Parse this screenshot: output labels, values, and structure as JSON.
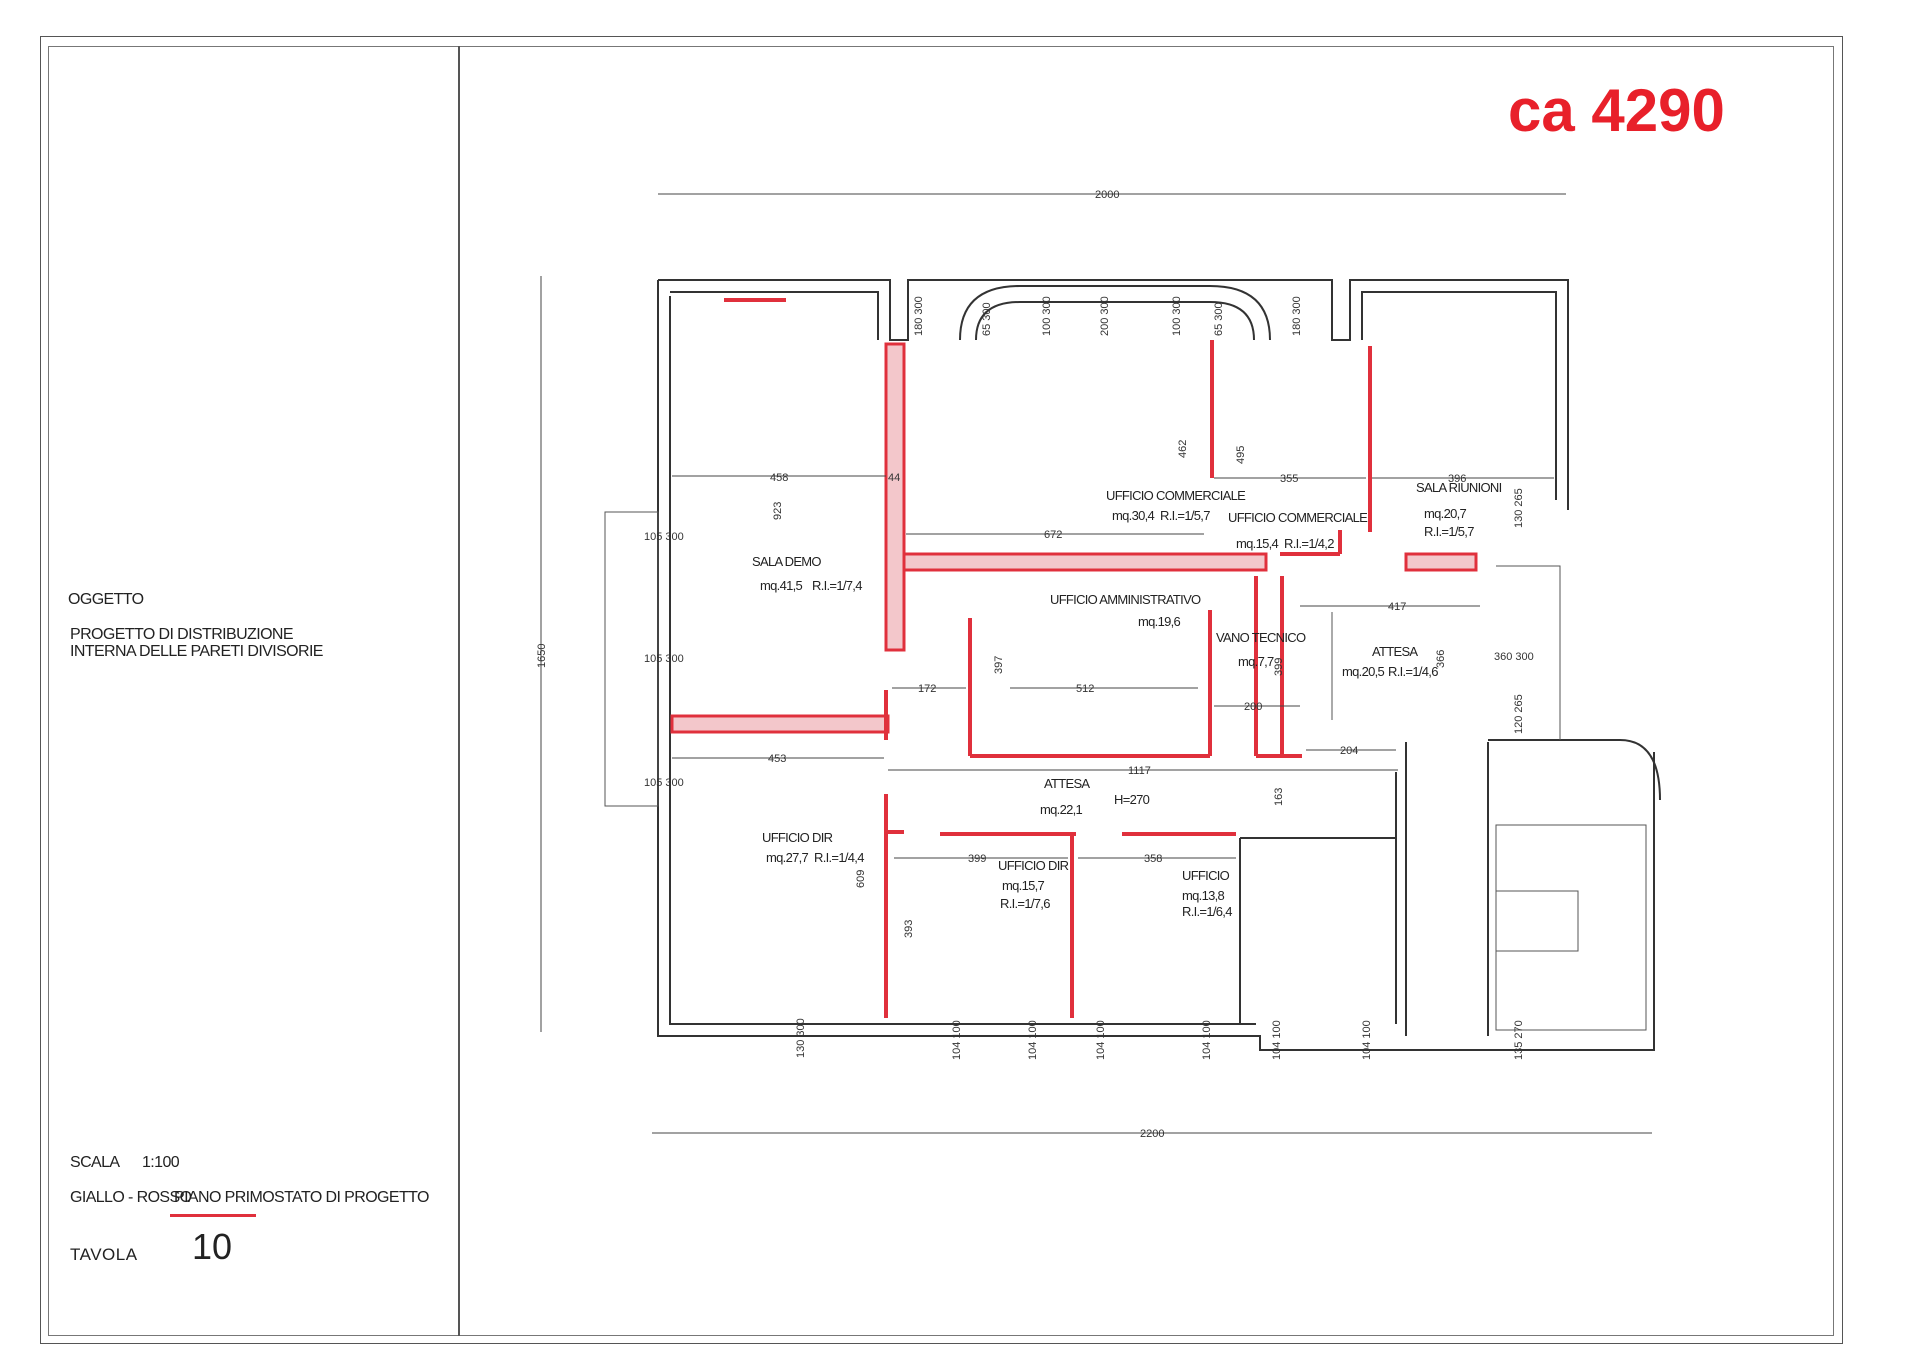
{
  "price_note": "ca 4290",
  "title_block": {
    "oggetto_label": "OGGETTO",
    "oggetto_line1": "PROGETTO DI DISTRIBUZIONE",
    "oggetto_line2": "INTERNA DELLE PARETI DIVISORIE",
    "scala_label": "SCALA",
    "scala_value": "1:100",
    "client": "GIALLO - ROSSO",
    "floor": "PIANO PRIMO",
    "status": "STATO DI PROGETTO",
    "tavola_label": "TAVOLA",
    "tavola_value": "10"
  },
  "overall_dimensions": {
    "top": "2000",
    "bottom": "2200",
    "left": "1650"
  },
  "rooms": [
    {
      "name": "SALA DEMO",
      "area": "mq.41,5",
      "ri": "R.I.=1/7,4"
    },
    {
      "name": "UFFICIO COMMERCIALE",
      "area": "mq.30,4",
      "ri": "R.I.=1/5,7"
    },
    {
      "name": "UFFICIO COMMERCIALE",
      "area": "mq.15,4",
      "ri": "R.I.=1/4,2"
    },
    {
      "name": "SALA RIUNIONI",
      "area": "mq.20,7",
      "ri": "R.I.=1/5,7"
    },
    {
      "name": "UFFICIO AMMINISTRATIVO",
      "area": "mq.19,6",
      "ri": ""
    },
    {
      "name": "VANO TECNICO",
      "area": "mq.7,7",
      "ri": ""
    },
    {
      "name": "ATTESA",
      "area": "mq.20,5",
      "ri": "R.I.=1/4,6"
    },
    {
      "name": "ATTESA",
      "area": "mq.22,1",
      "ri": "H=270"
    },
    {
      "name": "UFFICIO DIR",
      "area": "mq.27,7",
      "ri": "R.I.=1/4,4"
    },
    {
      "name": "UFFICIO DIR",
      "area": "mq.15,7",
      "ri": "R.I.=1/7,6"
    },
    {
      "name": "UFFICIO",
      "area": "mq.13,8",
      "ri": "R.I.=1/6,4"
    }
  ],
  "internal_dimensions": [
    "458",
    "44",
    "923",
    "672",
    "462",
    "495",
    "355",
    "396",
    "417",
    "397",
    "512",
    "399",
    "200",
    "366",
    "172",
    "453",
    "1117",
    "204",
    "163",
    "609",
    "399",
    "358",
    "393"
  ],
  "opening_labels": [
    "180 300",
    "65 300",
    "100 300",
    "200 300",
    "100 300",
    "65 300",
    "180 300",
    "105 300",
    "105 300",
    "105 300",
    "130 265",
    "360 300",
    "120 265",
    "130 300",
    "104 100",
    "104 100",
    "104 100",
    "104 100",
    "104 100",
    "104 100",
    "135 270"
  ]
}
